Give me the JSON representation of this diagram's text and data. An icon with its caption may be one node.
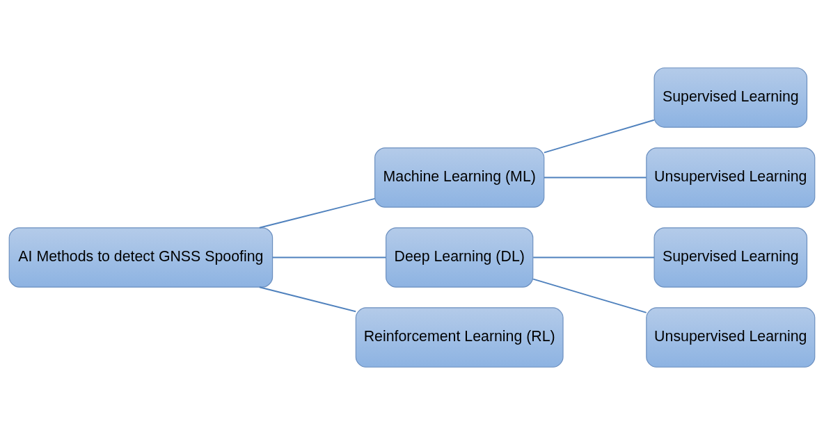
{
  "diagram": {
    "nodes": [
      {
        "text": [
          "AI Methods to detect GNSS Spoofing"
        ]
      },
      {
        "text": [
          "Machine Learning (ML)"
        ]
      },
      {
        "text": [
          "Supervised Learning"
        ]
      },
      {
        "text": [
          "Unsupervised Learning"
        ]
      },
      {
        "text": [
          "Deep Learning (DL)"
        ]
      },
      {
        "text": [
          "Supervised Learning"
        ]
      },
      {
        "text": [
          "Unsupervised Learning"
        ]
      },
      {
        "text": [
          "Reinforcement Learning (RL)"
        ]
      }
    ],
    "edges": [
      {
        "from": 0,
        "to": 1,
        "arrow": "none"
      },
      {
        "from": 0,
        "to": 4,
        "arrow": "none"
      },
      {
        "from": 0,
        "to": 7,
        "arrow": "none"
      },
      {
        "from": 1,
        "to": 2,
        "arrow": "none"
      },
      {
        "from": 1,
        "to": 3,
        "arrow": "none"
      },
      {
        "from": 4,
        "to": 5,
        "arrow": "none"
      },
      {
        "from": 4,
        "to": 6,
        "arrow": "none"
      }
    ]
  }
}
